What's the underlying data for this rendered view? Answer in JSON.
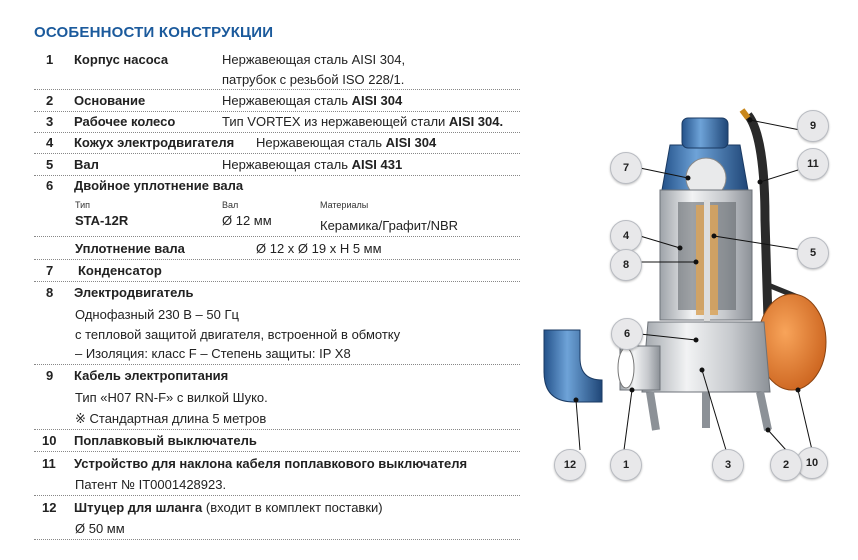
{
  "title": "ОСОБЕННОСТИ КОНСТРУКЦИИ",
  "items": [
    {
      "num": "1",
      "name": "Корпус насоса",
      "val": "Нержавеющая сталь AISI 304,",
      "val2": "патрубок с резьбой ISO 228/1."
    },
    {
      "num": "2",
      "name": "Основание",
      "val_pre": "Нержавеющая сталь ",
      "val_bold": "AISI 304"
    },
    {
      "num": "3",
      "name": "Рабочее колесо",
      "val_pre": "Тип VORTEX из нержавеющей стали ",
      "val_bold": "AISI 304."
    },
    {
      "num": "4",
      "name": "Кожух электродвигателя",
      "val_pre": "Нержавеющая сталь ",
      "val_bold": "AISI 304"
    },
    {
      "num": "5",
      "name": "Вал",
      "val_pre": "Нержавеющая сталь ",
      "val_bold": "AISI 431"
    },
    {
      "num": "6",
      "name": "Двойное уплотнение вала"
    },
    {
      "num": "7",
      "name": "Конденсатор"
    },
    {
      "num": "8",
      "name": "Электродвигатель"
    },
    {
      "num": "9",
      "name": "Кабель электропитания"
    },
    {
      "num": "10",
      "name": "Поплавковый выключатель"
    },
    {
      "num": "11",
      "name": "Устройство для наклона кабеля поплавкового выключателя"
    },
    {
      "num": "12",
      "name": "Штуцер для шланга",
      "name_suffix": " (входит в комплект поставки)"
    }
  ],
  "seal": {
    "col_type": "Тип",
    "col_shaft": "Вал",
    "col_materials": "Материалы",
    "type": "STA-12R",
    "shaft": "Ø 12 мм",
    "materials": "Керамика/Графит/NBR",
    "lip_label": "Уплотнение вала",
    "lip_value": "Ø 12 x Ø 19 x H 5 мм"
  },
  "motor": {
    "line1": "Однофазный 230 В – 50 Гц",
    "line2": "с тепловой защитой двигателя, встроенной в обмотку",
    "line3": "– Изоляция: класс F – Степень защиты: IP X8"
  },
  "cable": {
    "line1": "Тип «H07 RN-F» с вилкой Шуко.",
    "line2": "※ Стандартная длина 5 метров"
  },
  "tilt": {
    "line1": "Патент № IT0001428923."
  },
  "hose": {
    "line1": "Ø 50 мм"
  },
  "callouts": [
    "1",
    "2",
    "3",
    "4",
    "5",
    "6",
    "7",
    "8",
    "9",
    "10",
    "11",
    "12"
  ],
  "colors": {
    "title": "#1b5a9c",
    "float": "#e57f2a",
    "blue": "#3c78b8",
    "steel": "#c9ccd0"
  }
}
